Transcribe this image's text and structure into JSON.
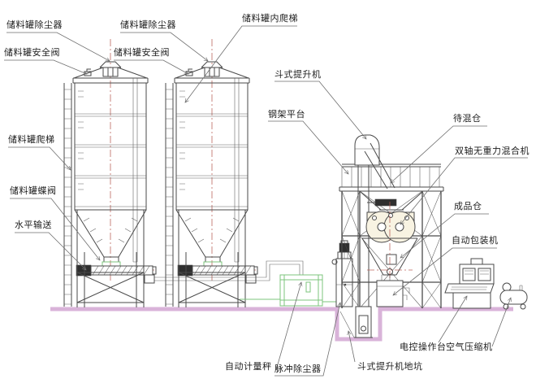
{
  "diagram": {
    "labels": {
      "silo1_dust_collector": "储料罐除尘器",
      "silo2_dust_collector": "储料罐除尘器",
      "silo1_safety_valve": "储料罐安全阀",
      "silo2_safety_valve": "储料罐安全阀",
      "silo_internal_ladder": "储料罐内爬梯",
      "silo_ladder": "储料罐爬梯",
      "silo_butterfly_valve": "储料罐蝶阀",
      "horizontal_conveying": "水平输送",
      "bucket_elevator": "斗式提升机",
      "steel_platform": "钢架平台",
      "waiting_bin": "待混仓",
      "twin_shaft_mixer": "双轴无重力混合机",
      "finished_bin": "成品仓",
      "packing_machine": "自动包装机",
      "weighing_scale": "自动计量秤",
      "pulse_dust_collector": "脉冲除尘器",
      "elevator_pit": "斗式提升机地坑",
      "control_console": "电控操作台",
      "air_compressor": "空气压缩机"
    },
    "colors": {
      "line": "#4a4a4a",
      "leader": "#6e6e6e",
      "centerline": "#b4574e",
      "ground": "#d9b3d9",
      "green": "#7cc47c",
      "mixerFill": "#f8f3e2",
      "dark": "#2f2f2f"
    }
  }
}
